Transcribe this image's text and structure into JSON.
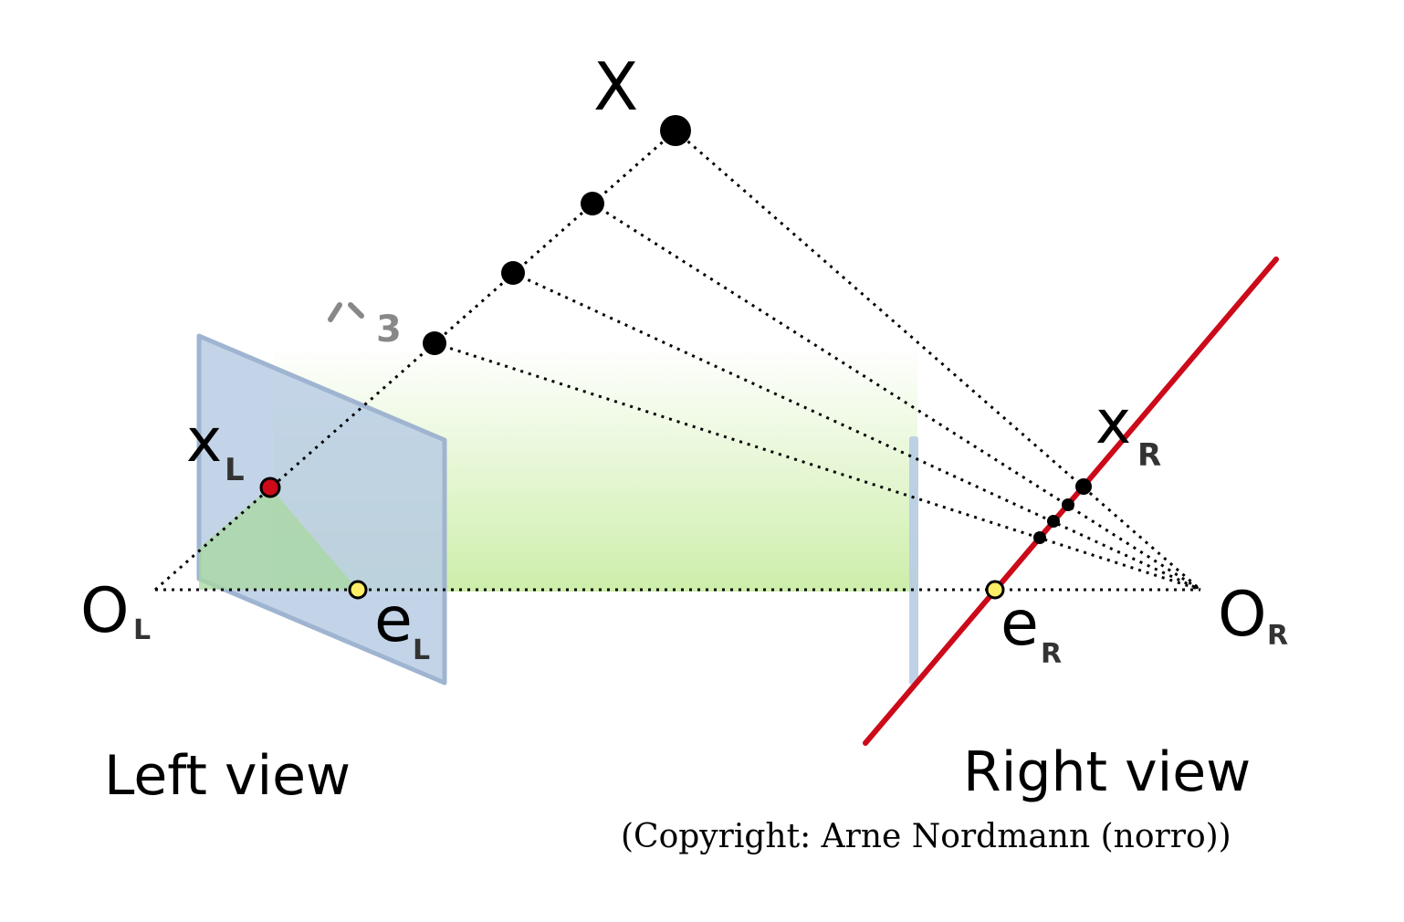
{
  "labels": {
    "X": "X",
    "X3": "X",
    "X3_index": "3",
    "xL": "x",
    "xL_sub": "L",
    "xR": "x",
    "xR_sub": "R",
    "OL": "O",
    "OL_sub": "L",
    "OR": "O",
    "OR_sub": "R",
    "eL": "e",
    "eL_sub": "L",
    "eR": "e",
    "eR_sub": "R",
    "left_view": "Left view",
    "right_view": "Right view",
    "copyright": "(Copyright: Arne Nordmann (norro))"
  },
  "colors": {
    "image_plane": "#b8cce4",
    "plane_edge": "#9fb4d0",
    "epipolar_plane": "#cdeeaa",
    "epipolar_line": "#cc0a1a",
    "image_point": "#cc0a1a",
    "epipole": "#ffee66",
    "point": "#000000",
    "subscript": "#333333",
    "faded_label": "#888888"
  }
}
